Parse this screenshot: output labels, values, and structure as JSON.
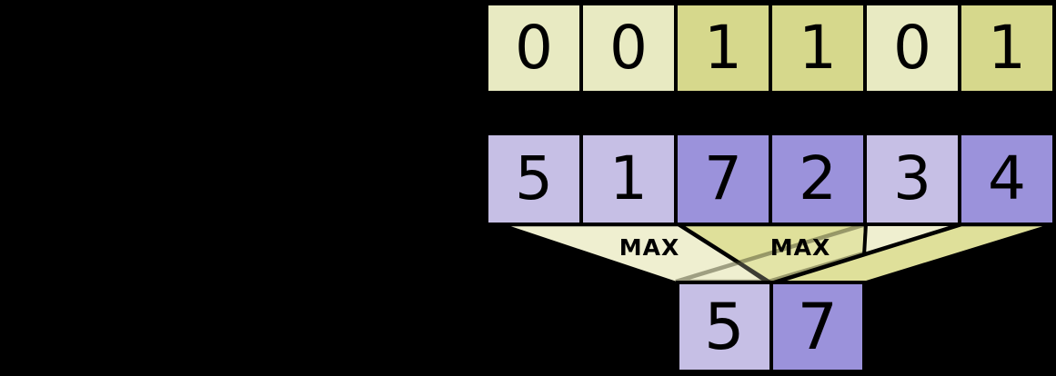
{
  "colors": {
    "bg": "#000000",
    "line": "#000000",
    "digit": "#000000",
    "yellow-light": "#e8eac2",
    "yellow-dark": "#d6d88c",
    "purple-light": "#c6bfe5",
    "purple-dark": "#9b92db",
    "funnel-pale": "#efefd0",
    "funnel-olive": "#dfe09a"
  },
  "index_row": {
    "cells": [
      {
        "value": "0",
        "shade": "light"
      },
      {
        "value": "0",
        "shade": "light"
      },
      {
        "value": "1",
        "shade": "dark"
      },
      {
        "value": "1",
        "shade": "dark"
      },
      {
        "value": "0",
        "shade": "light"
      },
      {
        "value": "1",
        "shade": "dark"
      }
    ]
  },
  "value_row": {
    "cells": [
      {
        "value": "5",
        "shade": "light"
      },
      {
        "value": "1",
        "shade": "light"
      },
      {
        "value": "7",
        "shade": "dark"
      },
      {
        "value": "2",
        "shade": "dark"
      },
      {
        "value": "3",
        "shade": "light"
      },
      {
        "value": "4",
        "shade": "dark"
      }
    ]
  },
  "operations": {
    "left_label": "MAX",
    "right_label": "MAX"
  },
  "output_row": {
    "cells": [
      {
        "value": "5",
        "shade": "light"
      },
      {
        "value": "7",
        "shade": "dark"
      }
    ]
  }
}
